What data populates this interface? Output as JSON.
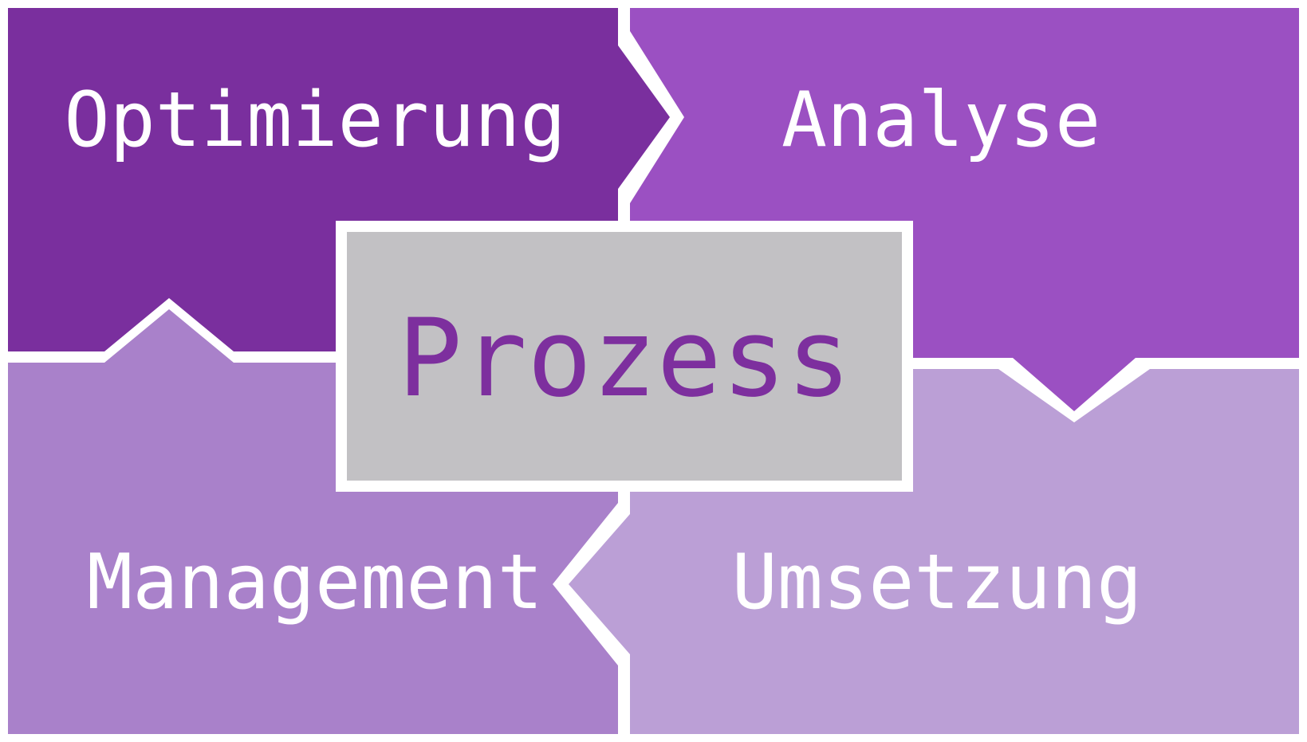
{
  "diagram": {
    "center_label": "Prozess",
    "segments": [
      {
        "id": "optimierung",
        "label": "Optimierung",
        "position": "top-left",
        "arrow_to": "Analyse",
        "color": "#7a2f9e"
      },
      {
        "id": "analyse",
        "label": "Analyse",
        "position": "top-right",
        "arrow_to": "Umsetzung",
        "color": "#9b50c2"
      },
      {
        "id": "management",
        "label": "Management",
        "position": "bottom-left",
        "arrow_to": "Optimierung",
        "color": "#a981ca"
      },
      {
        "id": "umsetzung",
        "label": "Umsetzung",
        "position": "bottom-right",
        "arrow_to": "Management",
        "color": "#bb9fd6"
      }
    ],
    "colors": {
      "background": "#ffffff",
      "center_box_fill": "#c2c1c4",
      "center_box_border": "#ffffff",
      "center_text": "#7d2f9e",
      "label_text": "#ffffff"
    }
  }
}
